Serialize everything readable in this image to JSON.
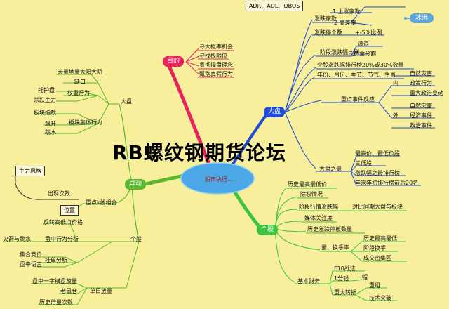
{
  "overlay_title": "RB螺纹钢期货论坛",
  "center": {
    "text": "股市执行..."
  },
  "top_box": "ADR、ADL、OBOS",
  "badge": "冰沸",
  "branches": {
    "mudi": {
      "label": "目的",
      "color": "#e8245a",
      "items": [
        "寻大概率机会",
        "寻找极限位",
        "贯彻操盘理念",
        "甄别真假行为"
      ]
    },
    "dapan": {
      "label": "大盘",
      "color": "#1f49d6",
      "zhangdie": {
        "label": "涨跌家数",
        "subs": [
          "1 上涨家数",
          "2 高差率"
        ]
      },
      "tingban": {
        "label": "涨跌停个数",
        "value": "+-5%比例"
      },
      "jieduan": {
        "label": "阶段涨跌幅比例",
        "subs": [
          "波浪",
          "黄金分割"
        ]
      },
      "paihang": "个股涨跌幅排行榜20%或30%数量",
      "zhouqi": "年份、月份、季节、节气、生肖",
      "zhongdian": {
        "label": "重点事件反应",
        "nei": {
          "label": "内",
          "items": [
            "自然灾害",
            "政策行为",
            "重大政治变动"
          ]
        },
        "wai": {
          "label": "外",
          "items": [
            "自然灾害",
            "经济事件",
            "政治事件"
          ]
        }
      },
      "dapanzhizui": {
        "label": "大盘之最",
        "items": [
          "最高价、最低价股",
          "三低股",
          "涨跌幅之最排行榜",
          "年末年初排行榜前后20名"
        ]
      }
    },
    "gegu": {
      "label": "个股",
      "color": "#3fc43f",
      "items": [
        "历史最高最低价",
        "除权情况",
        "阶段行情涨跌幅",
        "媒体关注度",
        "历史涨跌停板数量"
      ],
      "jieduan_sub": "对比同期大盘与板块",
      "huanshou": {
        "label": "量、换手率",
        "subs": [
          "历史最高最低",
          "阶段换手",
          "成交密集区"
        ]
      },
      "caiwu": {
        "label": "基本财务",
        "f10": "F10战法",
        "fenzhong": {
          "label": "1分钱",
          "sub": "帽"
        },
        "zhuanzhe": {
          "label": "重大转折",
          "subs": [
            "重组",
            "技术突破"
          ]
        }
      }
    },
    "yidong": {
      "label": "异动",
      "color": "#5ab82d",
      "dapan": {
        "label": "大盘",
        "quekou": {
          "label": "缺口",
          "sub": "天量地量大阳大阴"
        },
        "quanzhong": {
          "label": "权重行为",
          "subs": [
            "托护盘",
            "杀跌主力"
          ]
        },
        "bankuai": {
          "label": "板块集体行为",
          "subs": [
            "板块指数",
            "飙升",
            "跳水"
          ]
        }
      },
      "zhulifengge": {
        "label": "主力风格",
        "sub": "出现次数"
      },
      "gegu": {
        "label": "个股",
        "kxian": {
          "label": "重点k线组合",
          "sub": "位置"
        },
        "fanzhuan": "反转高低点价格",
        "panzhong": {
          "label": "盘中行为分析",
          "sub": "火箭与跳水"
        },
        "guadan": {
          "label": "挂单分析",
          "subs": [
            "集合竞价",
            "盘中语言"
          ]
        },
        "danri": {
          "label": "单日放量",
          "subs": [
            "盘中一字横盘放量",
            "老鼠仓",
            "历史倍量次数"
          ]
        }
      }
    }
  }
}
